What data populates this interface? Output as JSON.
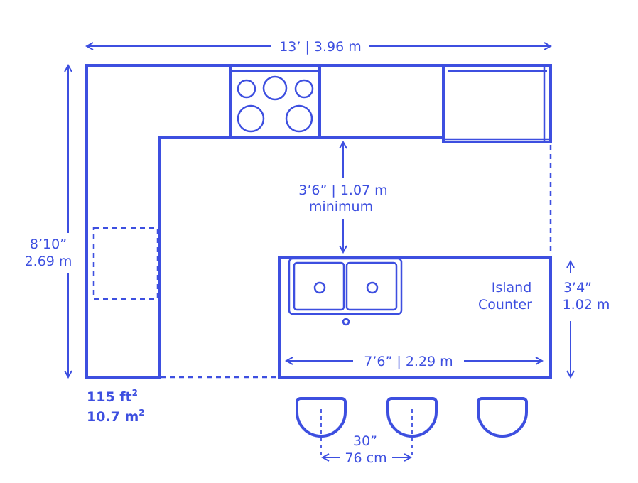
{
  "dimensions": {
    "width_label": "13’ | 3.96 m",
    "height_label_ft": "8’10”",
    "height_label_m": "2.69 m",
    "clearance_label": "3’6” | 1.07 m",
    "clearance_note": "minimum",
    "island_width_label": "7’6” | 2.29 m",
    "island_depth_ft": "3’4”",
    "island_depth_m": "1.02 m",
    "stool_spacing_in": "30”",
    "stool_spacing_cm": "76 cm"
  },
  "island": {
    "line1": "Island",
    "line2": "Counter"
  },
  "area": {
    "imperial_value": "115 ft",
    "imperial_exp": "2",
    "metric_value": "10.7 m",
    "metric_exp": "2"
  },
  "colors": {
    "line": "#3d4fe0",
    "background": "#ffffff"
  }
}
